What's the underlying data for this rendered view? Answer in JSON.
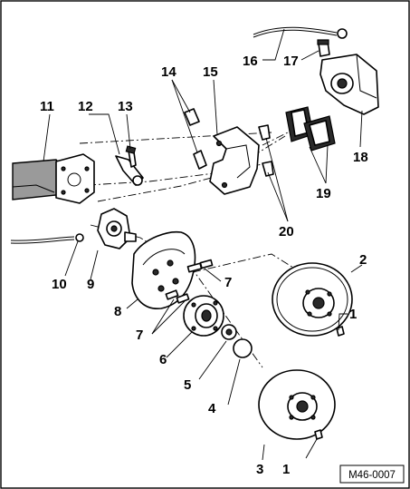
{
  "figure_ref": "M46-0007",
  "callouts": [
    "1",
    "1",
    "2",
    "3",
    "4",
    "5",
    "6",
    "7",
    "7",
    "8",
    "9",
    "10",
    "11",
    "12",
    "13",
    "14",
    "15",
    "16",
    "17",
    "18",
    "19",
    "20"
  ]
}
